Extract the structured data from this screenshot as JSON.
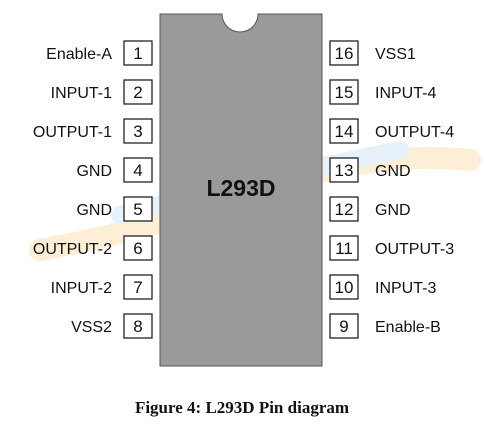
{
  "chip": {
    "name": "L293D",
    "body_color": "#9a9a9a",
    "left_pins": [
      {
        "number": "1",
        "label": "Enable-A"
      },
      {
        "number": "2",
        "label": "INPUT-1"
      },
      {
        "number": "3",
        "label": "OUTPUT-1"
      },
      {
        "number": "4",
        "label": "GND"
      },
      {
        "number": "5",
        "label": "GND"
      },
      {
        "number": "6",
        "label": "OUTPUT-2"
      },
      {
        "number": "7",
        "label": "INPUT-2"
      },
      {
        "number": "8",
        "label": "VSS2"
      }
    ],
    "right_pins": [
      {
        "number": "16",
        "label": "VSS1"
      },
      {
        "number": "15",
        "label": "INPUT-4"
      },
      {
        "number": "14",
        "label": "OUTPUT-4"
      },
      {
        "number": "13",
        "label": "GND"
      },
      {
        "number": "12",
        "label": "GND"
      },
      {
        "number": "11",
        "label": "OUTPUT-3"
      },
      {
        "number": "10",
        "label": "INPUT-3"
      },
      {
        "number": "9",
        "label": "Enable-B"
      }
    ]
  },
  "caption": "Figure 4: L293D Pin diagram"
}
